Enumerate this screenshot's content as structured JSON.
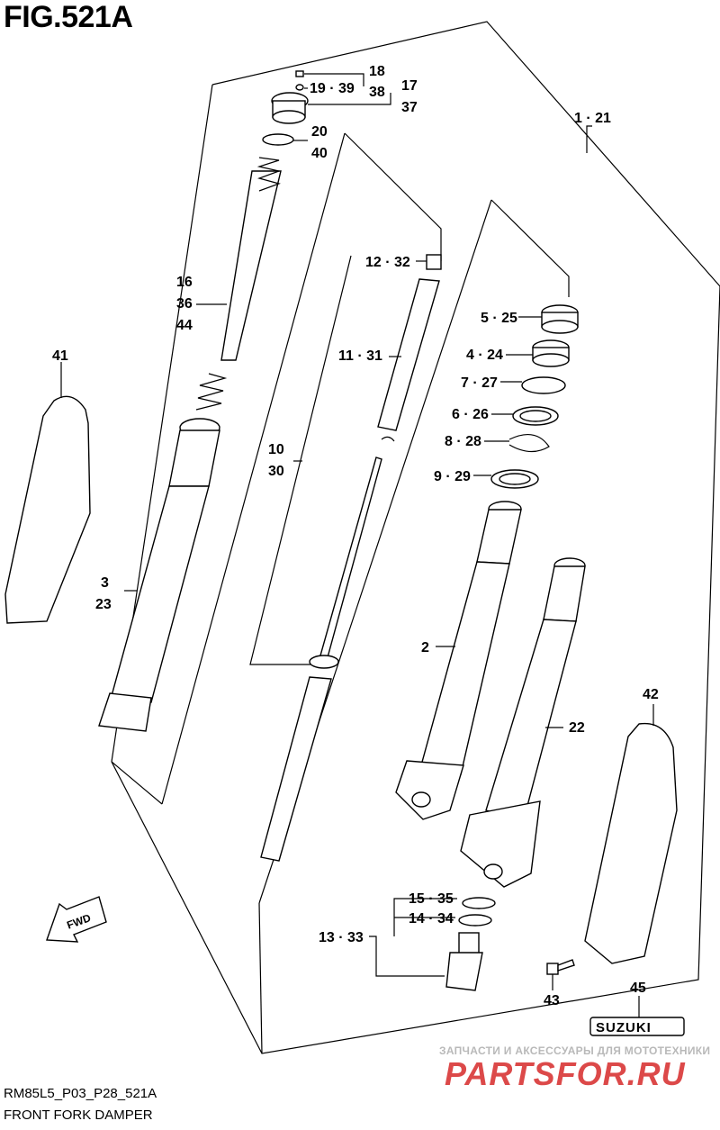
{
  "figure": {
    "title": "FIG.521A",
    "code": "RM85L5_P03_P28_521A",
    "name": "FRONT FORK DAMPER"
  },
  "callouts": {
    "c18": "18",
    "c19_39": "19 · 39",
    "c38": "38",
    "c17": "17",
    "c37": "37",
    "c1_21": "1 · 21",
    "c20": "20",
    "c40": "40",
    "c12_32": "12 · 32",
    "c16": "16",
    "c36": "36",
    "c44": "44",
    "c5_25": "5 · 25",
    "c41": "41",
    "c11_31": "11 · 31",
    "c4_24": "4 · 24",
    "c7_27": "7 · 27",
    "c6_26": "6 · 26",
    "c8_28": "8 · 28",
    "c10": "10",
    "c30": "30",
    "c9_29": "9 · 29",
    "c3": "3",
    "c23": "23",
    "c2": "2",
    "c42": "42",
    "c22": "22",
    "c15_35": "15 · 35",
    "c14_34": "14 · 34",
    "c13_33": "13 · 33",
    "c43": "43",
    "c45": "45"
  },
  "fwd_label": "FWD",
  "suzuki_label": "SUZUKI",
  "watermark": {
    "top": "ЗАПЧАСТИ И АКСЕССУАРЫ ДЛЯ МОТОТЕХНИКИ",
    "main": "PARTSFOR.RU"
  }
}
